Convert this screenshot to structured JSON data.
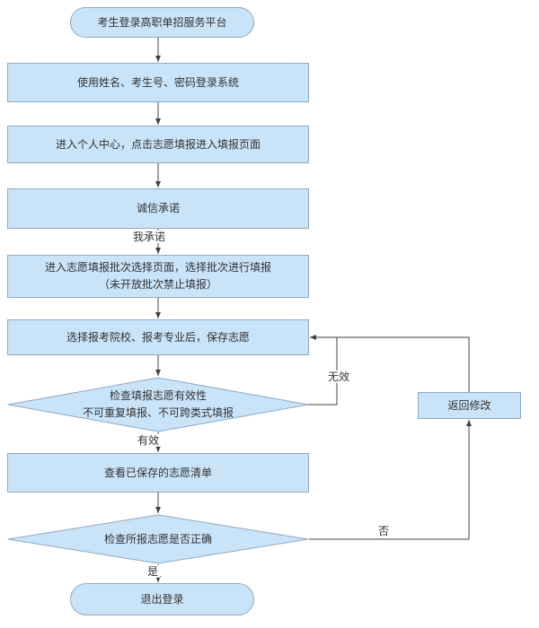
{
  "flowchart": {
    "nodes": {
      "start": "考生登录高职单招服务平台",
      "login": "使用姓名、考生号、密码登录系统",
      "personal_center": "进入个人中心，点击志愿填报进入填报页面",
      "integrity": "诚信承诺",
      "batch_select": "进入志愿填报批次选择页面，选择批次进行填报\n（未开放批次禁止填报）",
      "save_choice": "选择报考院校、报考专业后，保存志愿",
      "check_valid": "检查填报志愿有效性\n不可重复填报、不可跨类式填报",
      "view_list": "查看已保存的志愿清单",
      "check_correct": "检查所报志愿是否正确",
      "logout": "退出登录",
      "return_modify": "返回修改"
    },
    "edge_labels": {
      "promise": "我承诺",
      "valid": "有效",
      "invalid": "无效",
      "yes": "是",
      "no": "否"
    },
    "colors": {
      "node_fill": "#C9E3F8",
      "node_stroke": "#90A9C2",
      "line": "#404040",
      "text": "#333333"
    }
  }
}
